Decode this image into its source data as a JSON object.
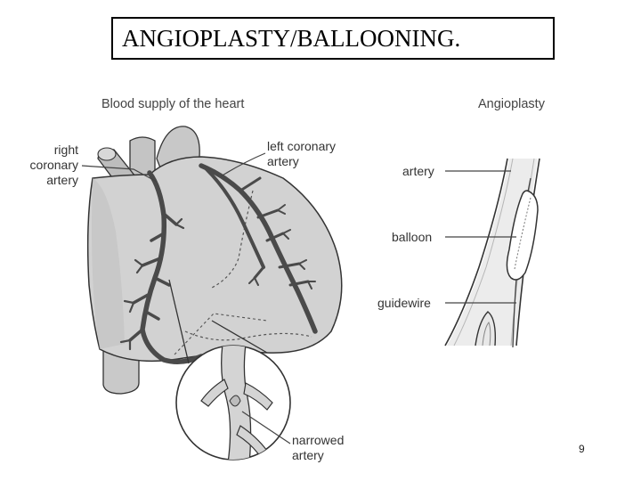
{
  "slide": {
    "title": "ANGIOPLASTY/BALLOONING.",
    "page_number": "9"
  },
  "figure": {
    "left_heading": "Blood supply of the heart",
    "right_heading": "Angioplasty",
    "labels": {
      "right_coronary_artery": [
        "right",
        "coronary",
        "artery"
      ],
      "left_coronary_artery": [
        "left coronary",
        "artery"
      ],
      "narrowed_artery": [
        "narrowed",
        "artery"
      ],
      "artery": "artery",
      "balloon": "balloon",
      "guidewire": "guidewire"
    }
  }
}
